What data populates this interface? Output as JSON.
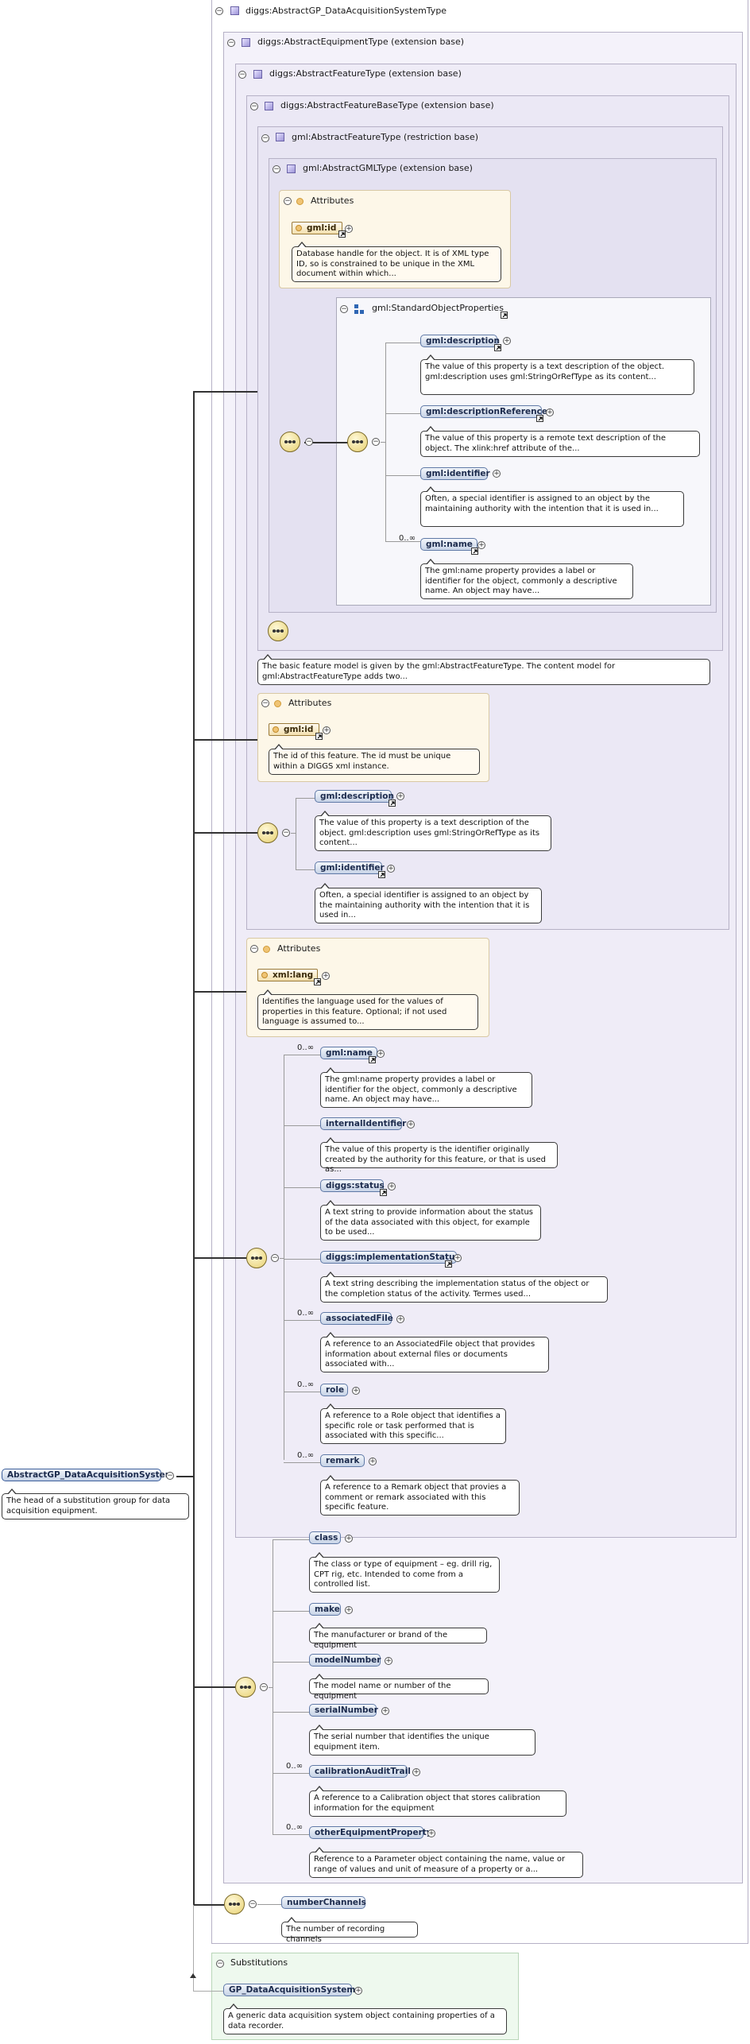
{
  "root": {
    "name": "AbstractGP_DataAcquisitionSystem",
    "doc": "The head of a substitution group for data acquisition equipment."
  },
  "types": {
    "t1": "diggs:AbstractGP_DataAcquisitionSystemType",
    "t2": "diggs:AbstractEquipmentType (extension base)",
    "t3": "diggs:AbstractFeatureType (extension base)",
    "t4": "diggs:AbstractFeatureBaseType (extension base)",
    "t5": "gml:AbstractFeatureType (restriction base)",
    "t6": "gml:AbstractGMLType (extension base)"
  },
  "attributes_label": "Attributes",
  "gml_attrs": {
    "id_name": "gml:id",
    "id_doc": "Database handle for the object. It is of XML type ID, so is constrained to be unique in the XML document within which..."
  },
  "standard_props": {
    "title": "gml:StandardObjectProperties",
    "mult_name": "0..∞",
    "items": [
      {
        "name": "gml:description",
        "doc": "The value of this property is a text description of the object. gml:description uses gml:StringOrRefType as its content..."
      },
      {
        "name": "gml:descriptionReference",
        "doc": "The value of this property is a remote text description of the object. The xlink:href attribute of the..."
      },
      {
        "name": "gml:identifier",
        "doc": "Often, a special identifier is assigned to an object by the maintaining authority with the intention that it is used in..."
      },
      {
        "name": "gml:name",
        "doc": "The gml:name property provides a label or identifier for the object, commonly a descriptive name. An object may have..."
      }
    ]
  },
  "abstract_feature_doc": "The basic feature model is given by the gml:AbstractFeatureType. The content model for gml:AbstractFeatureType adds two...",
  "base_attrs": {
    "id_name": "gml:id",
    "id_doc": "The id of this feature. The id must be unique within a DIGGS xml instance."
  },
  "base_seq": [
    {
      "name": "gml:description",
      "doc": "The value of this property is a text description of the object. gml:description uses gml:StringOrRefType as its content..."
    },
    {
      "name": "gml:identifier",
      "doc": "Often, a special identifier is assigned to an object by the maintaining authority with the intention that it is used in..."
    }
  ],
  "feature_attrs": {
    "lang_name": "xml:lang",
    "lang_doc": "Identifies the language used for the values of properties in this feature. Optional; if not used language is assumed to..."
  },
  "feature_seq": [
    {
      "mult": "0..∞",
      "name": "gml:name",
      "doc": "The gml:name property provides a label or identifier for the object, commonly a descriptive name. An object may have..."
    },
    {
      "mult": "",
      "name": "internalIdentifier",
      "doc": "The value of this property is the identifier originally created by the authority for this feature, or that is used as..."
    },
    {
      "mult": "",
      "name": "diggs:status",
      "doc": "A text string to provide information about the status of the data associated with this object, for example to be used..."
    },
    {
      "mult": "",
      "name": "diggs:implementationStatus",
      "doc": "A text string describing the implementation status of the object or the completion status of the activity. Termes used..."
    },
    {
      "mult": "0..∞",
      "name": "associatedFile",
      "doc": "A reference to an AssociatedFile object that provides information about external files or documents associated with..."
    },
    {
      "mult": "0..∞",
      "name": "role",
      "doc": "A reference to a Role object that identifies a specific role or task performed that is associated with this specific..."
    },
    {
      "mult": "0..∞",
      "name": "remark",
      "doc": "A reference to a Remark object that provies a comment or remark associated with this specific feature."
    }
  ],
  "equipment_seq": [
    {
      "mult": "",
      "name": "class",
      "doc": "The class or type of equipment – eg. drill rig, CPT rig, etc. Intended to come from a controlled list."
    },
    {
      "mult": "",
      "name": "make",
      "doc": "The manufacturer or brand of the equipment"
    },
    {
      "mult": "",
      "name": "modelNumber",
      "doc": "The model name or number of the equipment"
    },
    {
      "mult": "",
      "name": "serialNumber",
      "doc": "The serial number that identifies the unique equipment item."
    },
    {
      "mult": "0..∞",
      "name": "calibrationAuditTrail",
      "doc": "A reference to a Calibration object that stores calibration information for the equipment"
    },
    {
      "mult": "0..∞",
      "name": "otherEquipmentProperty",
      "doc": "Reference to a Parameter object containing the name, value or range of values and unit of measure of a property or a..."
    }
  ],
  "daq_seq": [
    {
      "name": "numberChannels",
      "doc": "The number of recording channels"
    }
  ],
  "substitutions": {
    "title": "Substitutions",
    "name": "GP_DataAcquisitionSystem",
    "doc": "A generic data acquisition system object containing properties of a data recorder."
  }
}
